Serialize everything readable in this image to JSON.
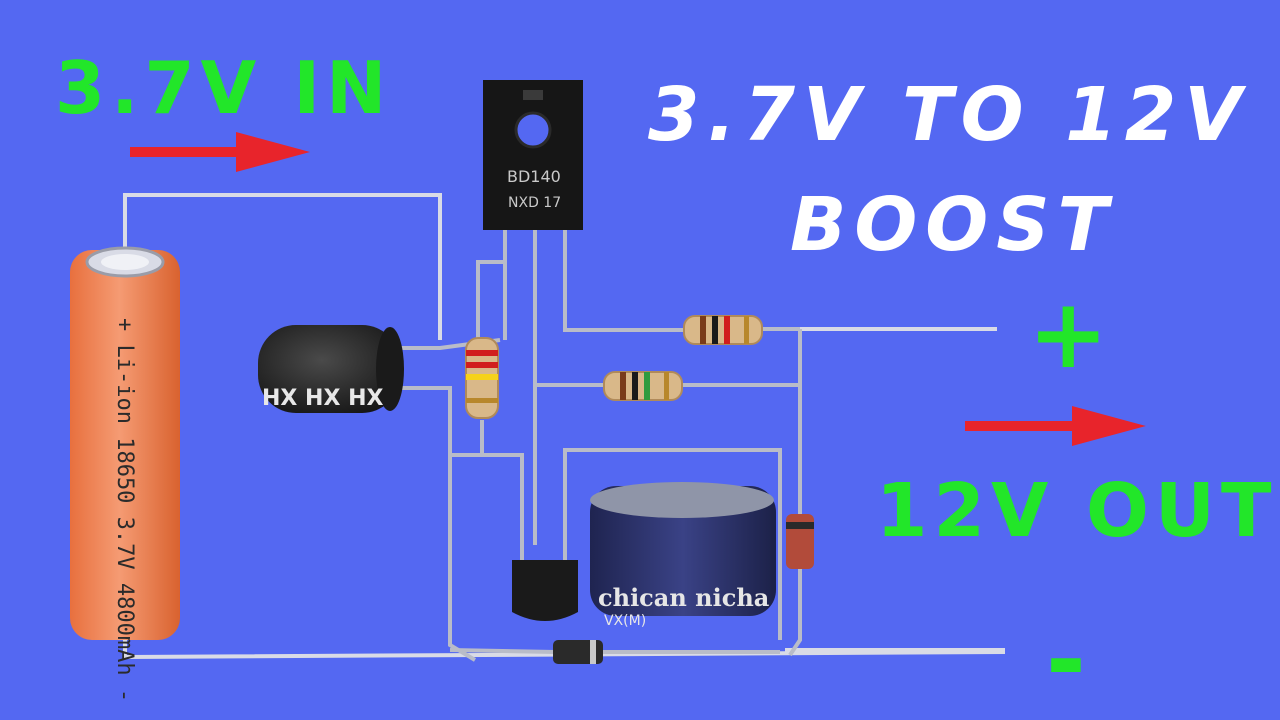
{
  "labels": {
    "input": "3.7V IN",
    "title_line1": "3.7V TO 12V",
    "title_line2": "BOOST",
    "output": "12V OUT",
    "plus": "+",
    "minus": "-"
  },
  "components": {
    "battery_label": "+ Li-ion 18650 3.7V 4800mAh -",
    "transistor_line1": "BD140",
    "transistor_line2": "NXD 17",
    "inductor_marking": "HX HX HX",
    "capacitor_marking": "chican nicha",
    "capacitor_sub": "VX(M)"
  },
  "colors": {
    "background": "#5468f2",
    "label_green": "#22e629",
    "title_white": "#ffffff",
    "arrow_red": "#e8242b",
    "battery_orange": "#f28a5f",
    "wire_gray": "#d9dbe6"
  }
}
